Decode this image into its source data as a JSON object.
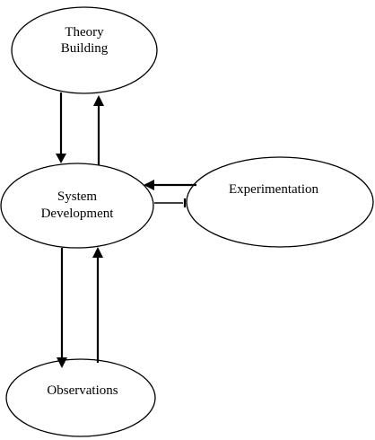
{
  "nodes": {
    "theory_building": {
      "label_line1": "Theory",
      "label_line2": "Building"
    },
    "system_development": {
      "label_line1": "System",
      "label_line2": "Development"
    },
    "experimentation": {
      "label": "Experimentation"
    },
    "observations": {
      "label": "Observations"
    }
  },
  "colors": {
    "stroke": "#000000",
    "background": "#ffffff"
  }
}
